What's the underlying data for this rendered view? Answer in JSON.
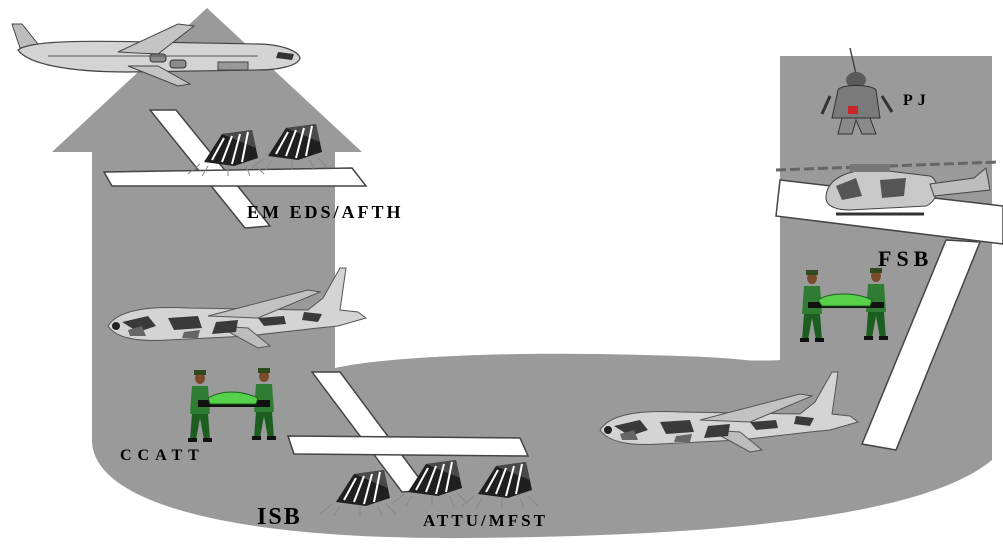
{
  "labels": {
    "emeds": "EM EDS/AFTH",
    "fsb": "FSB",
    "pj": "PJ",
    "ccatt": "CCATT",
    "isb": "ISB",
    "attu": "ATTU/MFST"
  },
  "colors": {
    "ground": "#9a9a9a",
    "runway": "#ffffff",
    "aircraft_body": "#d4d4d4",
    "camo_dark": "#3a3a3a",
    "uniform_green": "#2e7d32",
    "tent": "#1f1f1f"
  },
  "icons": [
    "cargo-jet-icon",
    "c130-aircraft-icon",
    "helicopter-icon",
    "pararescue-jumper-icon",
    "litter-team-icon",
    "tent-icon",
    "runway-icon"
  ]
}
